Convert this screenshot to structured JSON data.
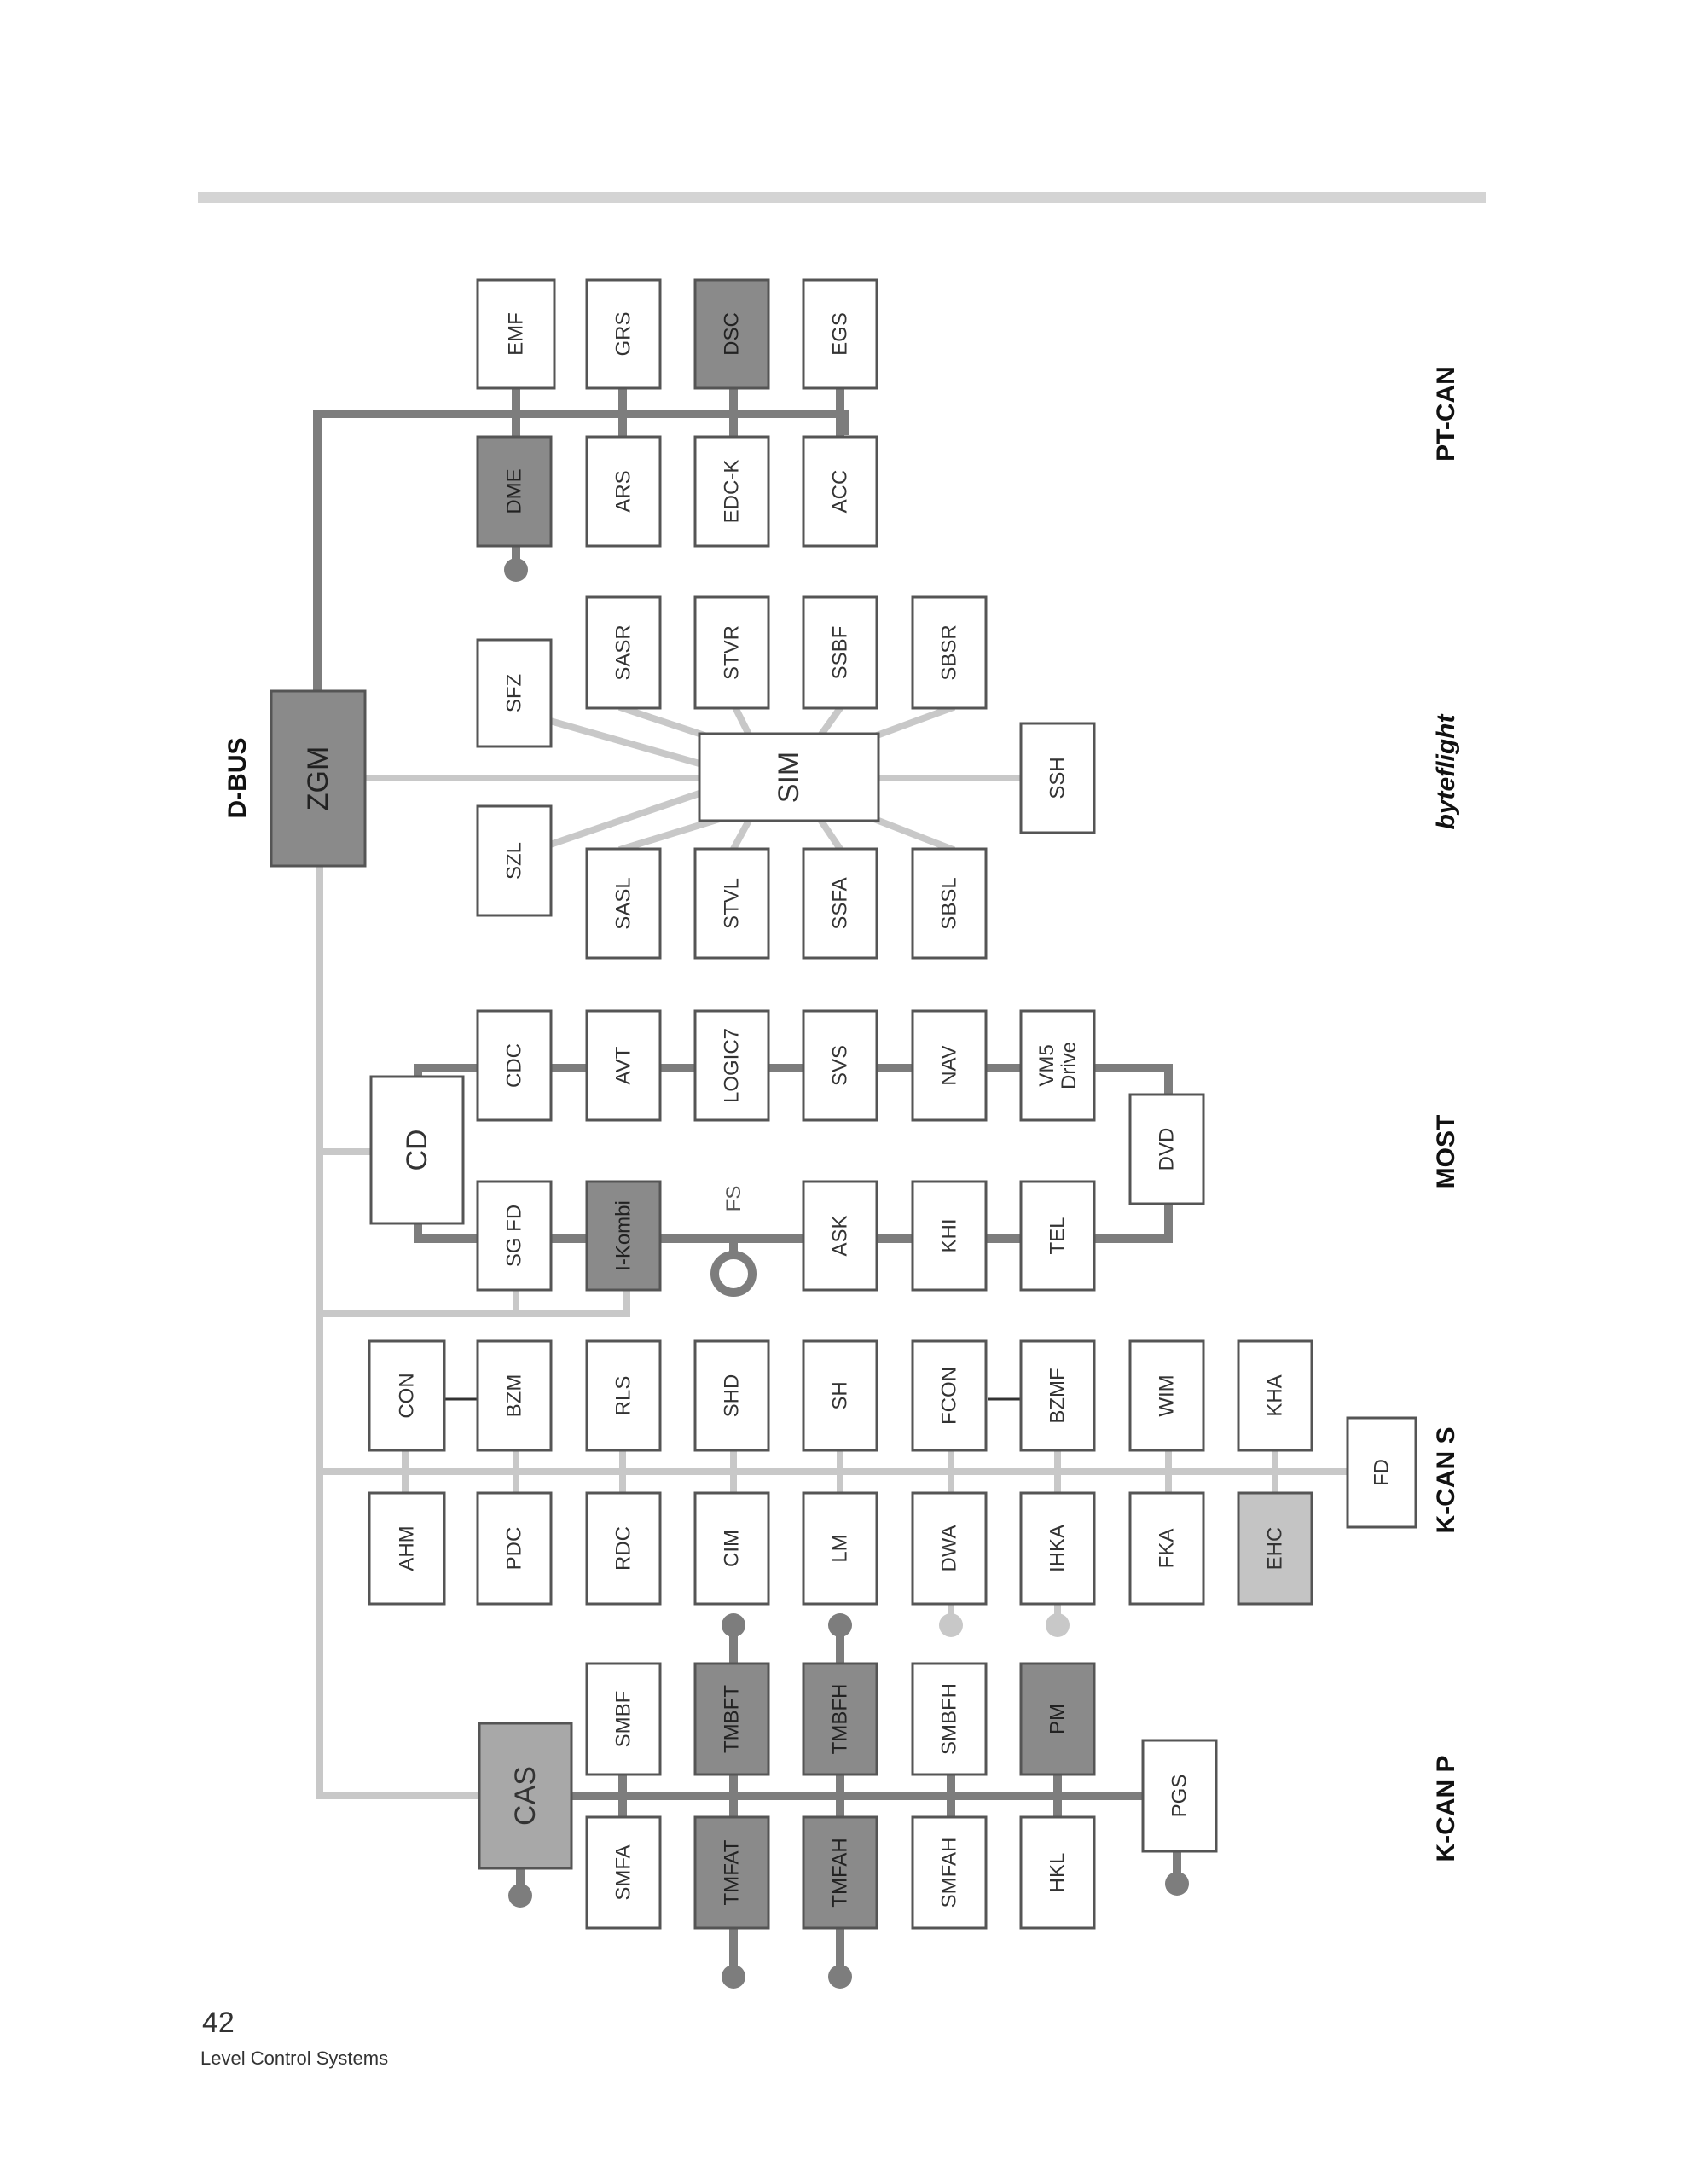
{
  "colors": {
    "box_stroke": "#555555",
    "highlight_dark": "#8a8a8a",
    "highlight_medium": "#a8a8a8",
    "highlight_light": "#c4c4c4",
    "line_dark": "#7d7d7d",
    "line_light": "#c8c8c8",
    "header_bar": "#d4d4d4"
  },
  "bus_labels": {
    "d_bus": "D-BUS",
    "pt_can": "PT-CAN",
    "byteflight": "byteflight",
    "most": "MOST",
    "k_can_s": "K-CAN S",
    "k_can_p": "K-CAN P",
    "fs": "FS"
  },
  "modules": {
    "zgm": "ZGM",
    "emf": "EMF",
    "grs": "GRS",
    "dsc": "DSC",
    "egs": "EGS",
    "dme": "DME",
    "ars": "ARS",
    "edck": "EDC-K",
    "acc": "ACC",
    "sfz": "SFZ",
    "sasr": "SASR",
    "stvr": "STVR",
    "ssbf": "SSBF",
    "sbsr": "SBSR",
    "sim": "SIM",
    "ssh": "SSH",
    "szl": "SZL",
    "sasl": "SASL",
    "stvl": "STVL",
    "ssfa": "SSFA",
    "sbsl": "SBSL",
    "cd": "CD",
    "cdc": "CDC",
    "avt": "AVT",
    "logic7": "LOGIC7",
    "svs": "SVS",
    "nav": "NAV",
    "vm5": "VM5 Drive",
    "dvd": "DVD",
    "sgfd": "SG FD",
    "ikombi": "I-Kombi",
    "ask": "ASK",
    "khi": "KHI",
    "tel": "TEL",
    "con": "CON",
    "bzm": "BZM",
    "rls": "RLS",
    "shd": "SHD",
    "sh": "SH",
    "fcon": "FCON",
    "bzmf": "BZMF",
    "wim": "WIM",
    "kha": "KHA",
    "fd": "FD",
    "ahm": "AHM",
    "pdc": "PDC",
    "rdc": "RDC",
    "cim": "CIM",
    "lm": "LM",
    "dwa": "DWA",
    "ihka": "IHKA",
    "fka": "FKA",
    "ehc": "EHC",
    "smbf": "SMBF",
    "tmbft": "TMBFT",
    "tmbfh": "TMBFH",
    "smbfh": "SMBFH",
    "pm": "PM",
    "cas": "CAS",
    "smfa": "SMFA",
    "tmfat": "TMFAT",
    "tmfah": "TMFAH",
    "smfah": "SMFAH",
    "hkl": "HKL",
    "pgs": "PGS"
  },
  "footer": {
    "page_number": "42",
    "document_title": "Level Control Systems"
  }
}
